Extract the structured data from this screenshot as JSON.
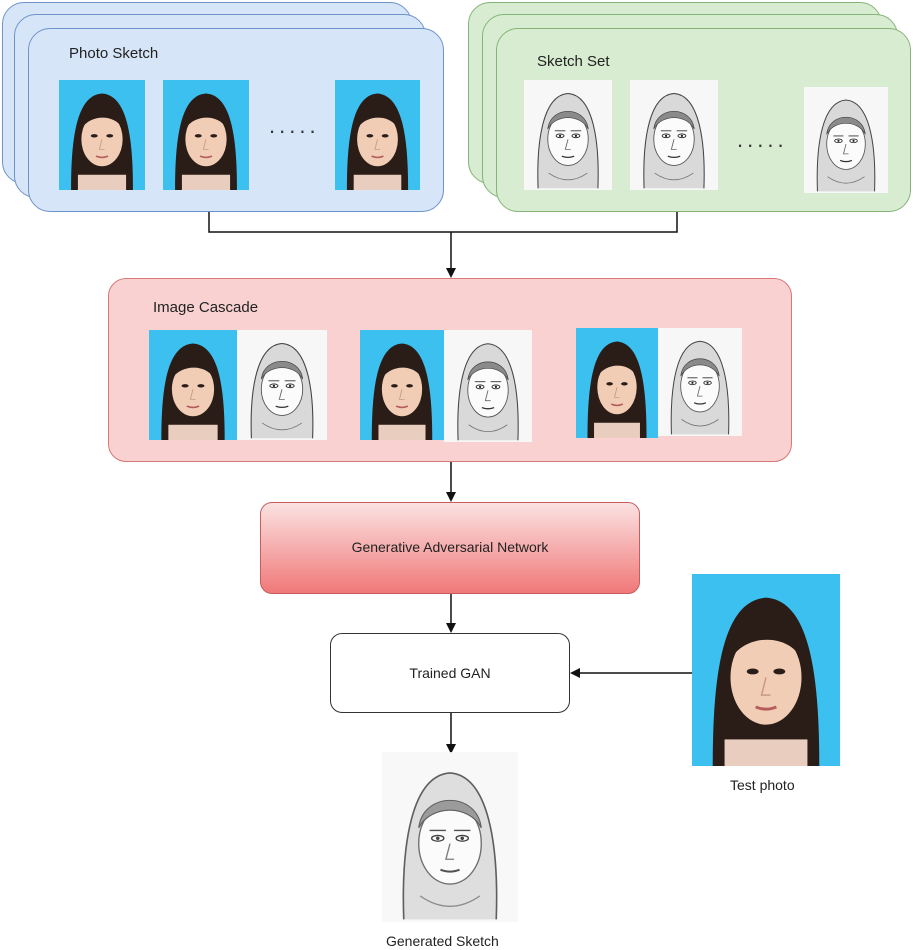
{
  "photo_set": {
    "title": "Photo Sketch",
    "ellipsis": "....."
  },
  "sketch_set": {
    "title": "Sketch Set",
    "ellipsis": "....."
  },
  "image_cascade": {
    "title": "Image Cascade"
  },
  "gan": {
    "label": "Generative Adversarial Network"
  },
  "trained_gan": {
    "label": "Trained GAN"
  },
  "test_photo": {
    "caption": "Test photo"
  },
  "generated_sketch": {
    "caption": "Generated Sketch"
  },
  "colors": {
    "photo_card_fill": "#d6e6f8",
    "photo_card_border": "#6d93c8",
    "sketch_card_fill": "#d8ecd2",
    "sketch_card_border": "#84b477",
    "cascade_fill": "#f9d1d1",
    "cascade_border": "#d87878",
    "gan_gradient_top": "#fbe2e2",
    "gan_gradient_bottom": "#f07878",
    "photo_background": "#3cc0f0"
  }
}
